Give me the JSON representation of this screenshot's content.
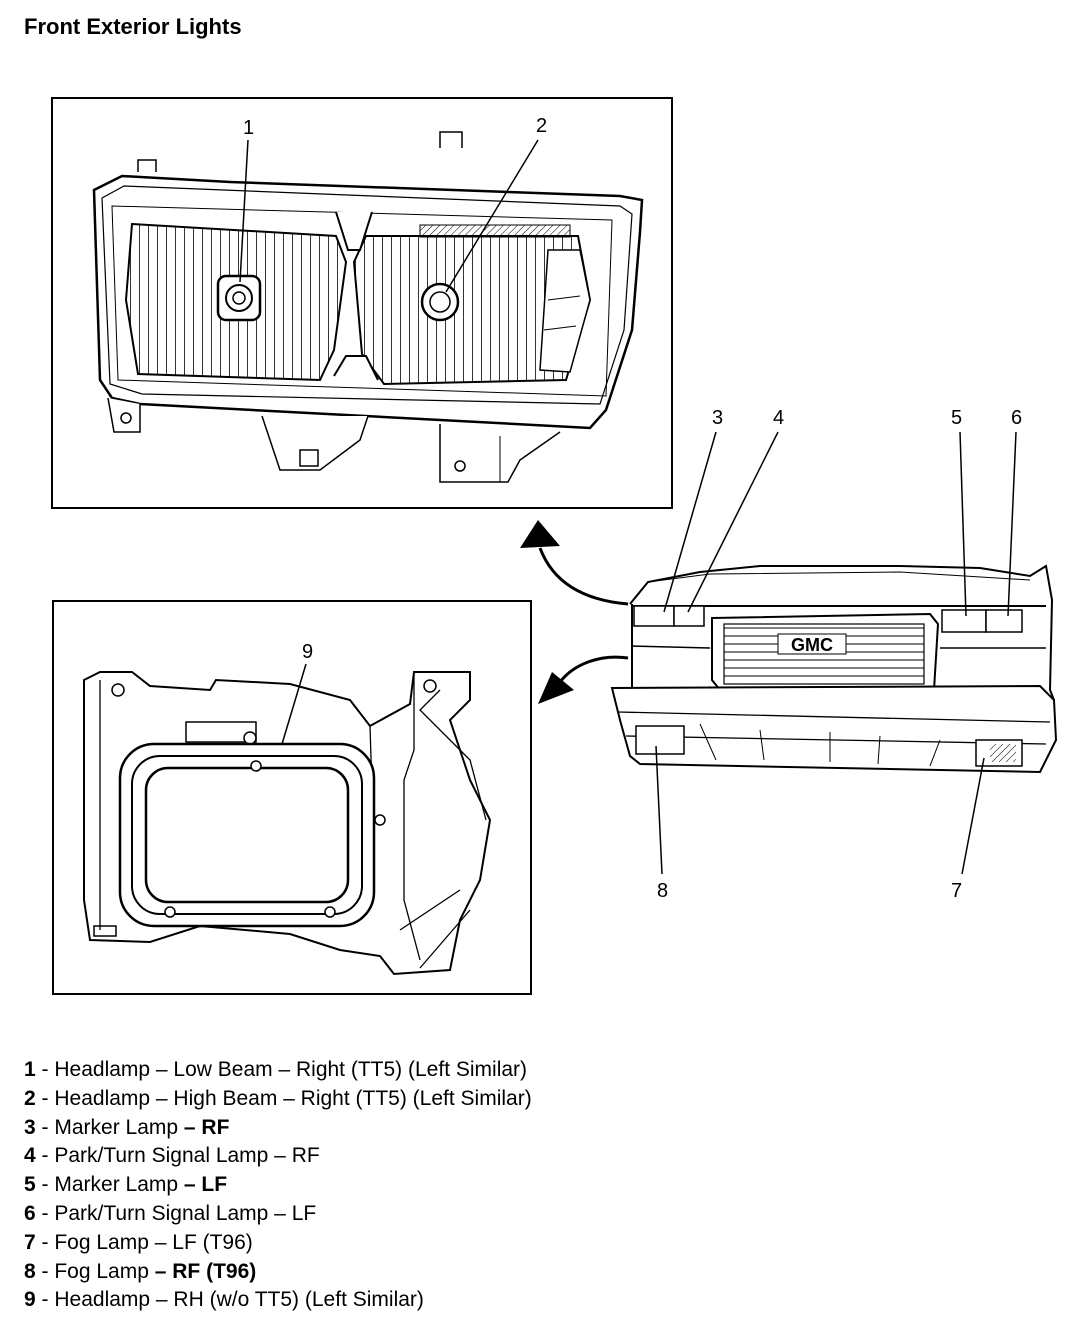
{
  "title": "Front Exterior Lights",
  "callouts": [
    "1",
    "2",
    "3",
    "4",
    "5",
    "6",
    "7",
    "8",
    "9"
  ],
  "grille_logo": "GMC",
  "legend": [
    {
      "num": "1",
      "sep": " - ",
      "a": "Headlamp – Low Beam – Right (TT5) (Left Similar)",
      "b": ""
    },
    {
      "num": "2",
      "sep": " - ",
      "a": "Headlamp – High Beam – Right (TT5) (Left Similar)",
      "b": ""
    },
    {
      "num": "3",
      "sep": " - ",
      "a": "Marker Lamp ",
      "b": "– RF"
    },
    {
      "num": "4",
      "sep": " - ",
      "a": "Park/Turn Signal Lamp – RF",
      "b": ""
    },
    {
      "num": "5",
      "sep": " - ",
      "a": "Marker Lamp ",
      "b": "– LF"
    },
    {
      "num": "6",
      "sep": " - ",
      "a": "Park/Turn Signal Lamp – LF",
      "b": ""
    },
    {
      "num": "7",
      "sep": " - ",
      "a": "Fog Lamp – LF (T96)",
      "b": ""
    },
    {
      "num": "8",
      "sep": " - ",
      "a": "Fog Lamp ",
      "b": "– RF (T96)"
    },
    {
      "num": "9",
      "sep": " - ",
      "a": "Headlamp – RH (w/o TT5) (Left Similar)",
      "b": ""
    }
  ]
}
